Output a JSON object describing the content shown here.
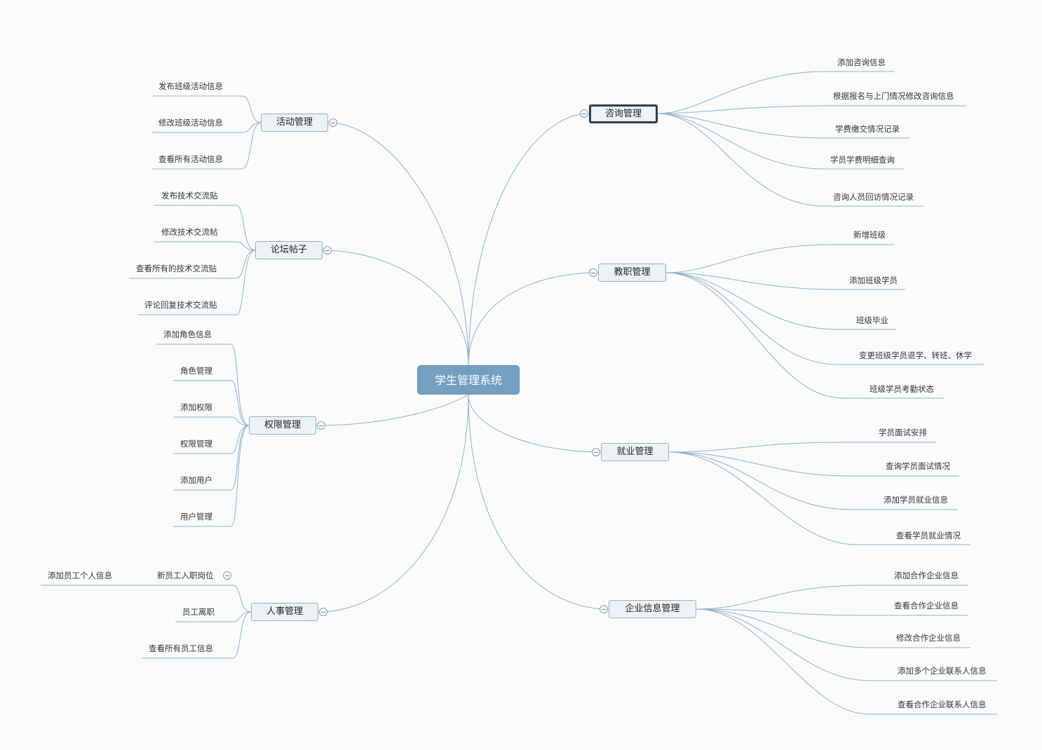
{
  "central": {
    "label": "学生管理系统"
  },
  "branches": {
    "consult": {
      "label": "咨询管理",
      "children": [
        "添加咨询信息",
        "根据报名与上门情况修改咨询信息",
        "学费缴交情况记录",
        "学员学费明细查询",
        "咨询人员回访情况记录"
      ]
    },
    "teaching": {
      "label": "教职管理",
      "children": [
        "新增班级",
        "添加班级学员",
        "班级毕业",
        "变更班级学员退学、转班、休学",
        "班级学员考勤状态"
      ]
    },
    "employment": {
      "label": "就业管理",
      "children": [
        "学员面试安排",
        "查询学员面试情况",
        "添加学员就业信息",
        "查看学员就业情况"
      ]
    },
    "enterprise": {
      "label": "企业信息管理",
      "children": [
        "添加合作企业信息",
        "查看合作企业信息",
        "修改合作企业信息",
        "添加多个企业联系人信息",
        "查看合作企业联系人信息"
      ]
    },
    "activity": {
      "label": "活动管理",
      "children": [
        "发布班级活动信息",
        "修改班级活动信息",
        "查看所有活动信息"
      ]
    },
    "forum": {
      "label": "论坛帖子",
      "children": [
        "发布技术交流贴",
        "修改技术交流帖",
        "查看所有的技术交流贴",
        "评论回复技术交流贴"
      ]
    },
    "permission": {
      "label": "权限管理",
      "children": [
        "添加角色信息",
        "角色管理",
        "添加权限",
        "权限管理",
        "添加用户",
        "用户管理"
      ]
    },
    "hr": {
      "label": "人事管理",
      "children": [
        "新员工入职岗位",
        "员工离职",
        "查看所有员工信息"
      ],
      "grandchildren": [
        "添加员工个人信息"
      ]
    }
  }
}
